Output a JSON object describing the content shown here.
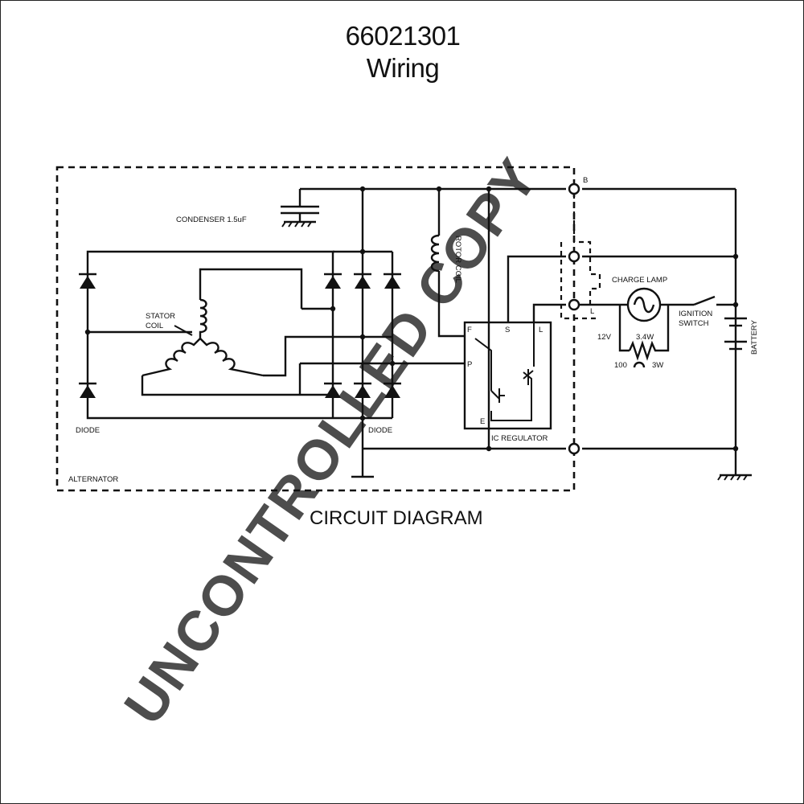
{
  "header": {
    "part_number": "66021301",
    "subtitle": "Wiring"
  },
  "diagram": {
    "caption": "CIRCUIT DIAGRAM",
    "labels": {
      "condenser": "CONDENSER 1.5uF",
      "stator_coil_1": "STATOR",
      "stator_coil_2": "COIL",
      "rotor_coil": "ROTOR COIL",
      "diode_left": "DIODE",
      "diode_right": "DIODE",
      "alternator": "ALTERNATOR",
      "ic_regulator": "IC REGULATOR",
      "charge_lamp": "CHARGE LAMP",
      "ignition_switch_1": "IGNITION",
      "ignition_switch_2": "SWITCH",
      "battery": "BATTERY",
      "lamp_voltage": "12V",
      "lamp_power": "3.4W",
      "resistor_value": "100",
      "resistor_power": "3W"
    },
    "terminals": {
      "b": "B",
      "l": "L",
      "reg_f": "F",
      "reg_s": "S",
      "reg_l": "L",
      "reg_p": "P",
      "reg_e": "E"
    }
  },
  "watermark": {
    "text": "UNCONTROLLED COPY"
  }
}
